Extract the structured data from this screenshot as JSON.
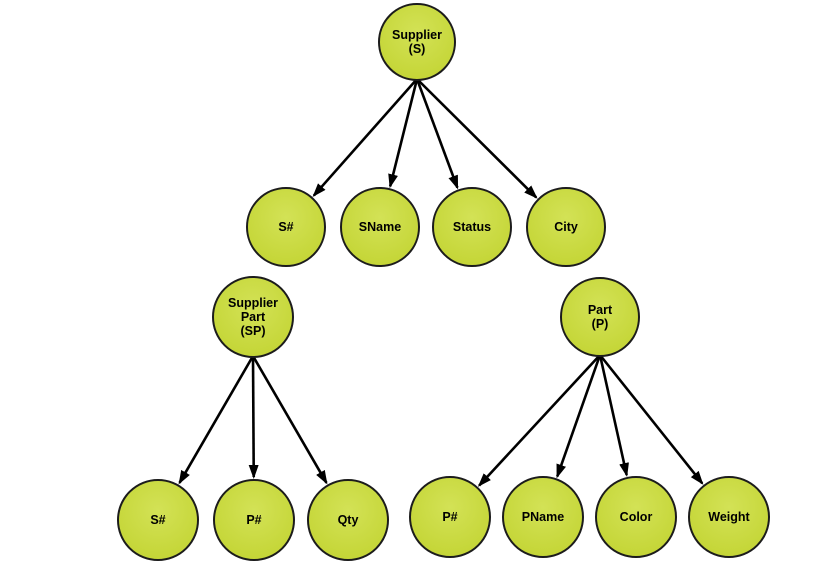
{
  "diagram": {
    "title": "Supplier-Part attribute tree diagram",
    "colors": {
      "background": "#ffffff",
      "node_fill": "#c5d638",
      "node_fill_highlight": "#d3e256",
      "node_border": "#1c1c1c",
      "arrow": "#000000",
      "text": "#000000"
    },
    "nodes": [
      {
        "id": "supplier-s",
        "label": "Supplier (S)",
        "lines": [
          "Supplier",
          "(S)"
        ]
      },
      {
        "id": "s-num",
        "label": "S#",
        "lines": [
          "S#"
        ]
      },
      {
        "id": "sname",
        "label": "SName",
        "lines": [
          "SName"
        ]
      },
      {
        "id": "status",
        "label": "Status",
        "lines": [
          "Status"
        ]
      },
      {
        "id": "city",
        "label": "City",
        "lines": [
          "City"
        ]
      },
      {
        "id": "supplier-part-sp",
        "label": "Supplier Part (SP)",
        "lines": [
          "Supplier",
          "Part",
          "(SP)"
        ]
      },
      {
        "id": "part-p",
        "label": "Part (P)",
        "lines": [
          "Part",
          "(P)"
        ]
      },
      {
        "id": "sp-s-num",
        "label": "S#",
        "lines": [
          "S#"
        ]
      },
      {
        "id": "sp-p-num",
        "label": "P#",
        "lines": [
          "P#"
        ]
      },
      {
        "id": "sp-qty",
        "label": "Qty",
        "lines": [
          "Qty"
        ]
      },
      {
        "id": "p-num",
        "label": "P#",
        "lines": [
          "P#"
        ]
      },
      {
        "id": "p-pname",
        "label": "PName",
        "lines": [
          "PName"
        ]
      },
      {
        "id": "p-color",
        "label": "Color",
        "lines": [
          "Color"
        ]
      },
      {
        "id": "p-weight",
        "label": "Weight",
        "lines": [
          "Weight"
        ]
      }
    ],
    "edges": [
      {
        "from": "supplier-s",
        "to": "s-num"
      },
      {
        "from": "supplier-s",
        "to": "sname"
      },
      {
        "from": "supplier-s",
        "to": "status"
      },
      {
        "from": "supplier-s",
        "to": "city"
      },
      {
        "from": "supplier-part-sp",
        "to": "sp-s-num"
      },
      {
        "from": "supplier-part-sp",
        "to": "sp-p-num"
      },
      {
        "from": "supplier-part-sp",
        "to": "sp-qty"
      },
      {
        "from": "part-p",
        "to": "p-num"
      },
      {
        "from": "part-p",
        "to": "p-pname"
      },
      {
        "from": "part-p",
        "to": "p-color"
      },
      {
        "from": "part-p",
        "to": "p-weight"
      }
    ]
  }
}
